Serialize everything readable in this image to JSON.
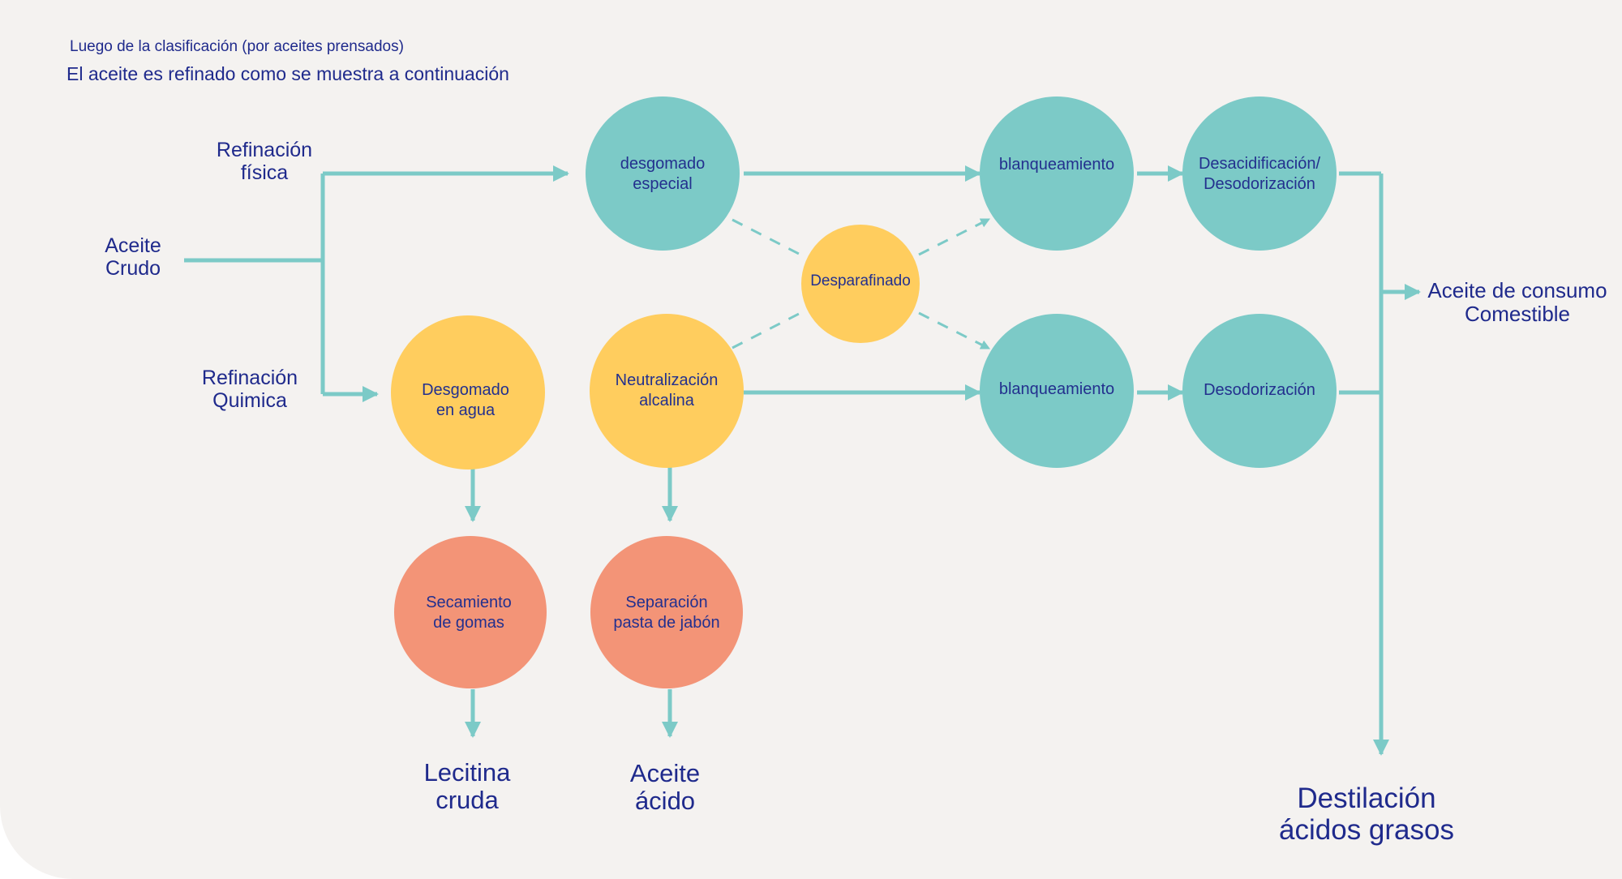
{
  "header": {
    "subtitle": "Luego de la clasificación (por aceites prensados)",
    "title": "El aceite es refinado como se muestra a continuación"
  },
  "labels": {
    "crude": "Aceite\nCrudo",
    "physical": "Refinación\nfísica",
    "chemical": "Refinación\nQuimica",
    "edible": "Aceite de consumo\nComestible",
    "lecithin": "Lecitina\ncruda",
    "acid_oil": "Aceite\nácido",
    "distillation": "Destilación\nácidos grasos"
  },
  "nodes": {
    "special_degumming": "desgomado\nespecial",
    "bleaching_top": "blanqueamiento",
    "deacid_deodor": "Desacidificación/\nDesodorización",
    "dewaxing": "Desparafinado",
    "water_degumming": "Desgomado\nen agua",
    "alkali_neutralization": "Neutralización\nalcalina",
    "bleaching_bottom": "blanqueamiento",
    "deodorization": "Desodorización",
    "gum_drying": "Secamiento\nde gomas",
    "soapstock_separation": "Separación\npasta de jabón"
  },
  "colors": {
    "teal": "#7ccac7",
    "yellow": "#ffcd5e",
    "salmon": "#f39477",
    "text": "#1f2a8c",
    "background": "#f4f2f0"
  }
}
